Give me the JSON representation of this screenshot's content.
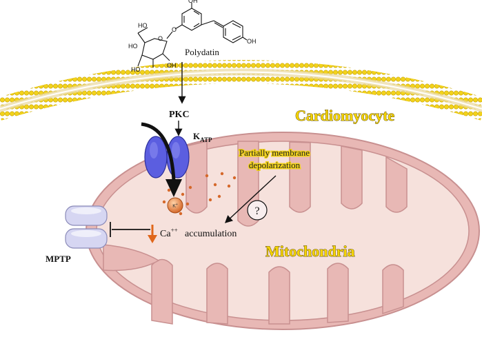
{
  "labels": {
    "compound": "Polydatin",
    "pkc": "PKC",
    "katp_main": "K",
    "katp_sub": "ATP",
    "cell": "Cardiomyocyte",
    "mitochondria": "Mitochondria",
    "depolarization_line1": "Partially membrane",
    "depolarization_line2": "depolarization",
    "question": "?",
    "ca_main": "Ca",
    "ca_sup": "++",
    "accumulation": "accumulation",
    "mptp": "MPTP",
    "k_ion": "K+"
  },
  "molecule": {
    "oh_top": "OH",
    "oh_right": "OH",
    "oh_left_top": "HO",
    "oh_sugar_1": "HO",
    "oh_sugar_2": "HO",
    "oh_sugar_3": "OH",
    "ring_o": "O",
    "link_o": "O"
  },
  "colors": {
    "membrane_yellow": "#f2d21b",
    "mito_outer": "#d9a8a8",
    "mito_fill": "#f6e1dc",
    "channel_blue": "#5b5ee0",
    "mptp_lavender": "#d6d6f2",
    "k_ion_orange": "#e0813a",
    "down_arrow_orange": "#e0661a"
  }
}
